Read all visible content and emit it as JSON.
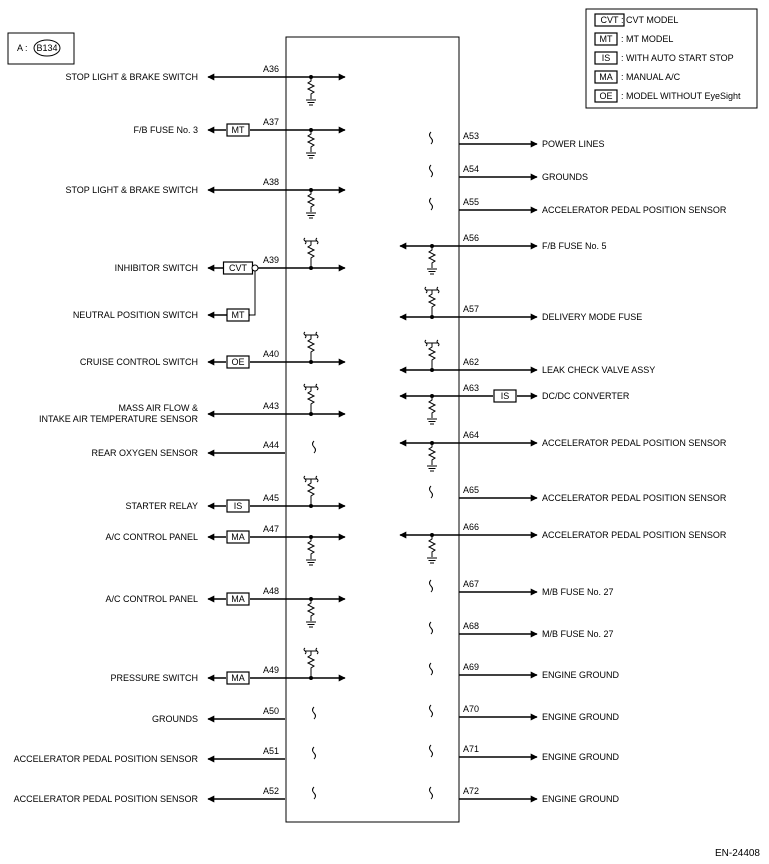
{
  "connector": {
    "prefix": "A :",
    "id": "B134"
  },
  "legend": [
    {
      "code": "CVT",
      "text": ": CVT MODEL"
    },
    {
      "code": "MT",
      "text": ": MT MODEL"
    },
    {
      "code": "IS",
      "text": ": WITH AUTO START STOP"
    },
    {
      "code": "MA",
      "text": ": MANUAL A/C"
    },
    {
      "code": "OE",
      "text": ": MODEL WITHOUT EyeSight"
    }
  ],
  "left_pins": [
    {
      "pin": "A36",
      "label": "STOP LIGHT & BRAKE SWITCH",
      "symbol": "ground"
    },
    {
      "pin": "A37",
      "label": "F/B FUSE No. 3",
      "tag": "MT",
      "symbol": "ground"
    },
    {
      "pin": "A38",
      "label": "STOP LIGHT & BRAKE SWITCH",
      "symbol": "ground"
    },
    {
      "pin": "A39",
      "label": "INHIBITOR SWITCH",
      "tag": "CVT",
      "symbol": "supply"
    },
    {
      "pin": "",
      "label": "NEUTRAL POSITION SWITCH",
      "tag": "MT",
      "symbol": "branch"
    },
    {
      "pin": "A40",
      "label": "CRUISE CONTROL SWITCH",
      "tag": "OE",
      "symbol": "supply"
    },
    {
      "pin": "A43",
      "label": [
        "MASS AIR FLOW &",
        "INTAKE AIR TEMPERATURE SENSOR"
      ],
      "symbol": "supply"
    },
    {
      "pin": "A44",
      "label": "REAR OXYGEN SENSOR",
      "symbol": "squiggle"
    },
    {
      "pin": "A45",
      "label": "STARTER RELAY",
      "tag": "IS",
      "symbol": "supply"
    },
    {
      "pin": "A47",
      "label": "A/C CONTROL PANEL",
      "tag": "MA",
      "symbol": "ground"
    },
    {
      "pin": "A48",
      "label": "A/C CONTROL PANEL",
      "tag": "MA",
      "symbol": "ground"
    },
    {
      "pin": "A49",
      "label": "PRESSURE SWITCH",
      "tag": "MA",
      "symbol": "supply"
    },
    {
      "pin": "A50",
      "label": "GROUNDS",
      "symbol": "squiggle"
    },
    {
      "pin": "A51",
      "label": "ACCELERATOR PEDAL POSITION SENSOR",
      "symbol": "squiggle"
    },
    {
      "pin": "A52",
      "label": "ACCELERATOR PEDAL POSITION SENSOR",
      "symbol": "squiggle"
    }
  ],
  "right_pins": [
    {
      "pin": "A53",
      "label": "POWER LINES",
      "symbol": "squiggle"
    },
    {
      "pin": "A54",
      "label": "GROUNDS",
      "symbol": "squiggle"
    },
    {
      "pin": "A55",
      "label": "ACCELERATOR PEDAL POSITION SENSOR",
      "symbol": "squiggle"
    },
    {
      "pin": "A56",
      "label": "F/B FUSE No. 5",
      "symbol": "ground"
    },
    {
      "pin": "A57",
      "label": "DELIVERY MODE FUSE",
      "symbol": "supply"
    },
    {
      "pin": "A62",
      "label": "LEAK CHECK VALVE ASSY",
      "symbol": "supply"
    },
    {
      "pin": "A63",
      "label": "DC/DC CONVERTER",
      "tag": "IS",
      "symbol": "ground"
    },
    {
      "pin": "A64",
      "label": "ACCELERATOR PEDAL POSITION SENSOR",
      "symbol": "ground"
    },
    {
      "pin": "A65",
      "label": "ACCELERATOR PEDAL POSITION SENSOR",
      "symbol": "squiggle"
    },
    {
      "pin": "A66",
      "label": "ACCELERATOR PEDAL POSITION SENSOR",
      "symbol": "ground"
    },
    {
      "pin": "A67",
      "label": "M/B FUSE No. 27",
      "symbol": "squiggle"
    },
    {
      "pin": "A68",
      "label": "M/B FUSE No. 27",
      "symbol": "squiggle"
    },
    {
      "pin": "A69",
      "label": "ENGINE GROUND",
      "symbol": "squiggle"
    },
    {
      "pin": "A70",
      "label": "ENGINE GROUND",
      "symbol": "squiggle"
    },
    {
      "pin": "A71",
      "label": "ENGINE GROUND",
      "symbol": "squiggle"
    },
    {
      "pin": "A72",
      "label": "ENGINE GROUND",
      "symbol": "squiggle"
    }
  ],
  "footer": {
    "figure_code": "EN-24408"
  }
}
